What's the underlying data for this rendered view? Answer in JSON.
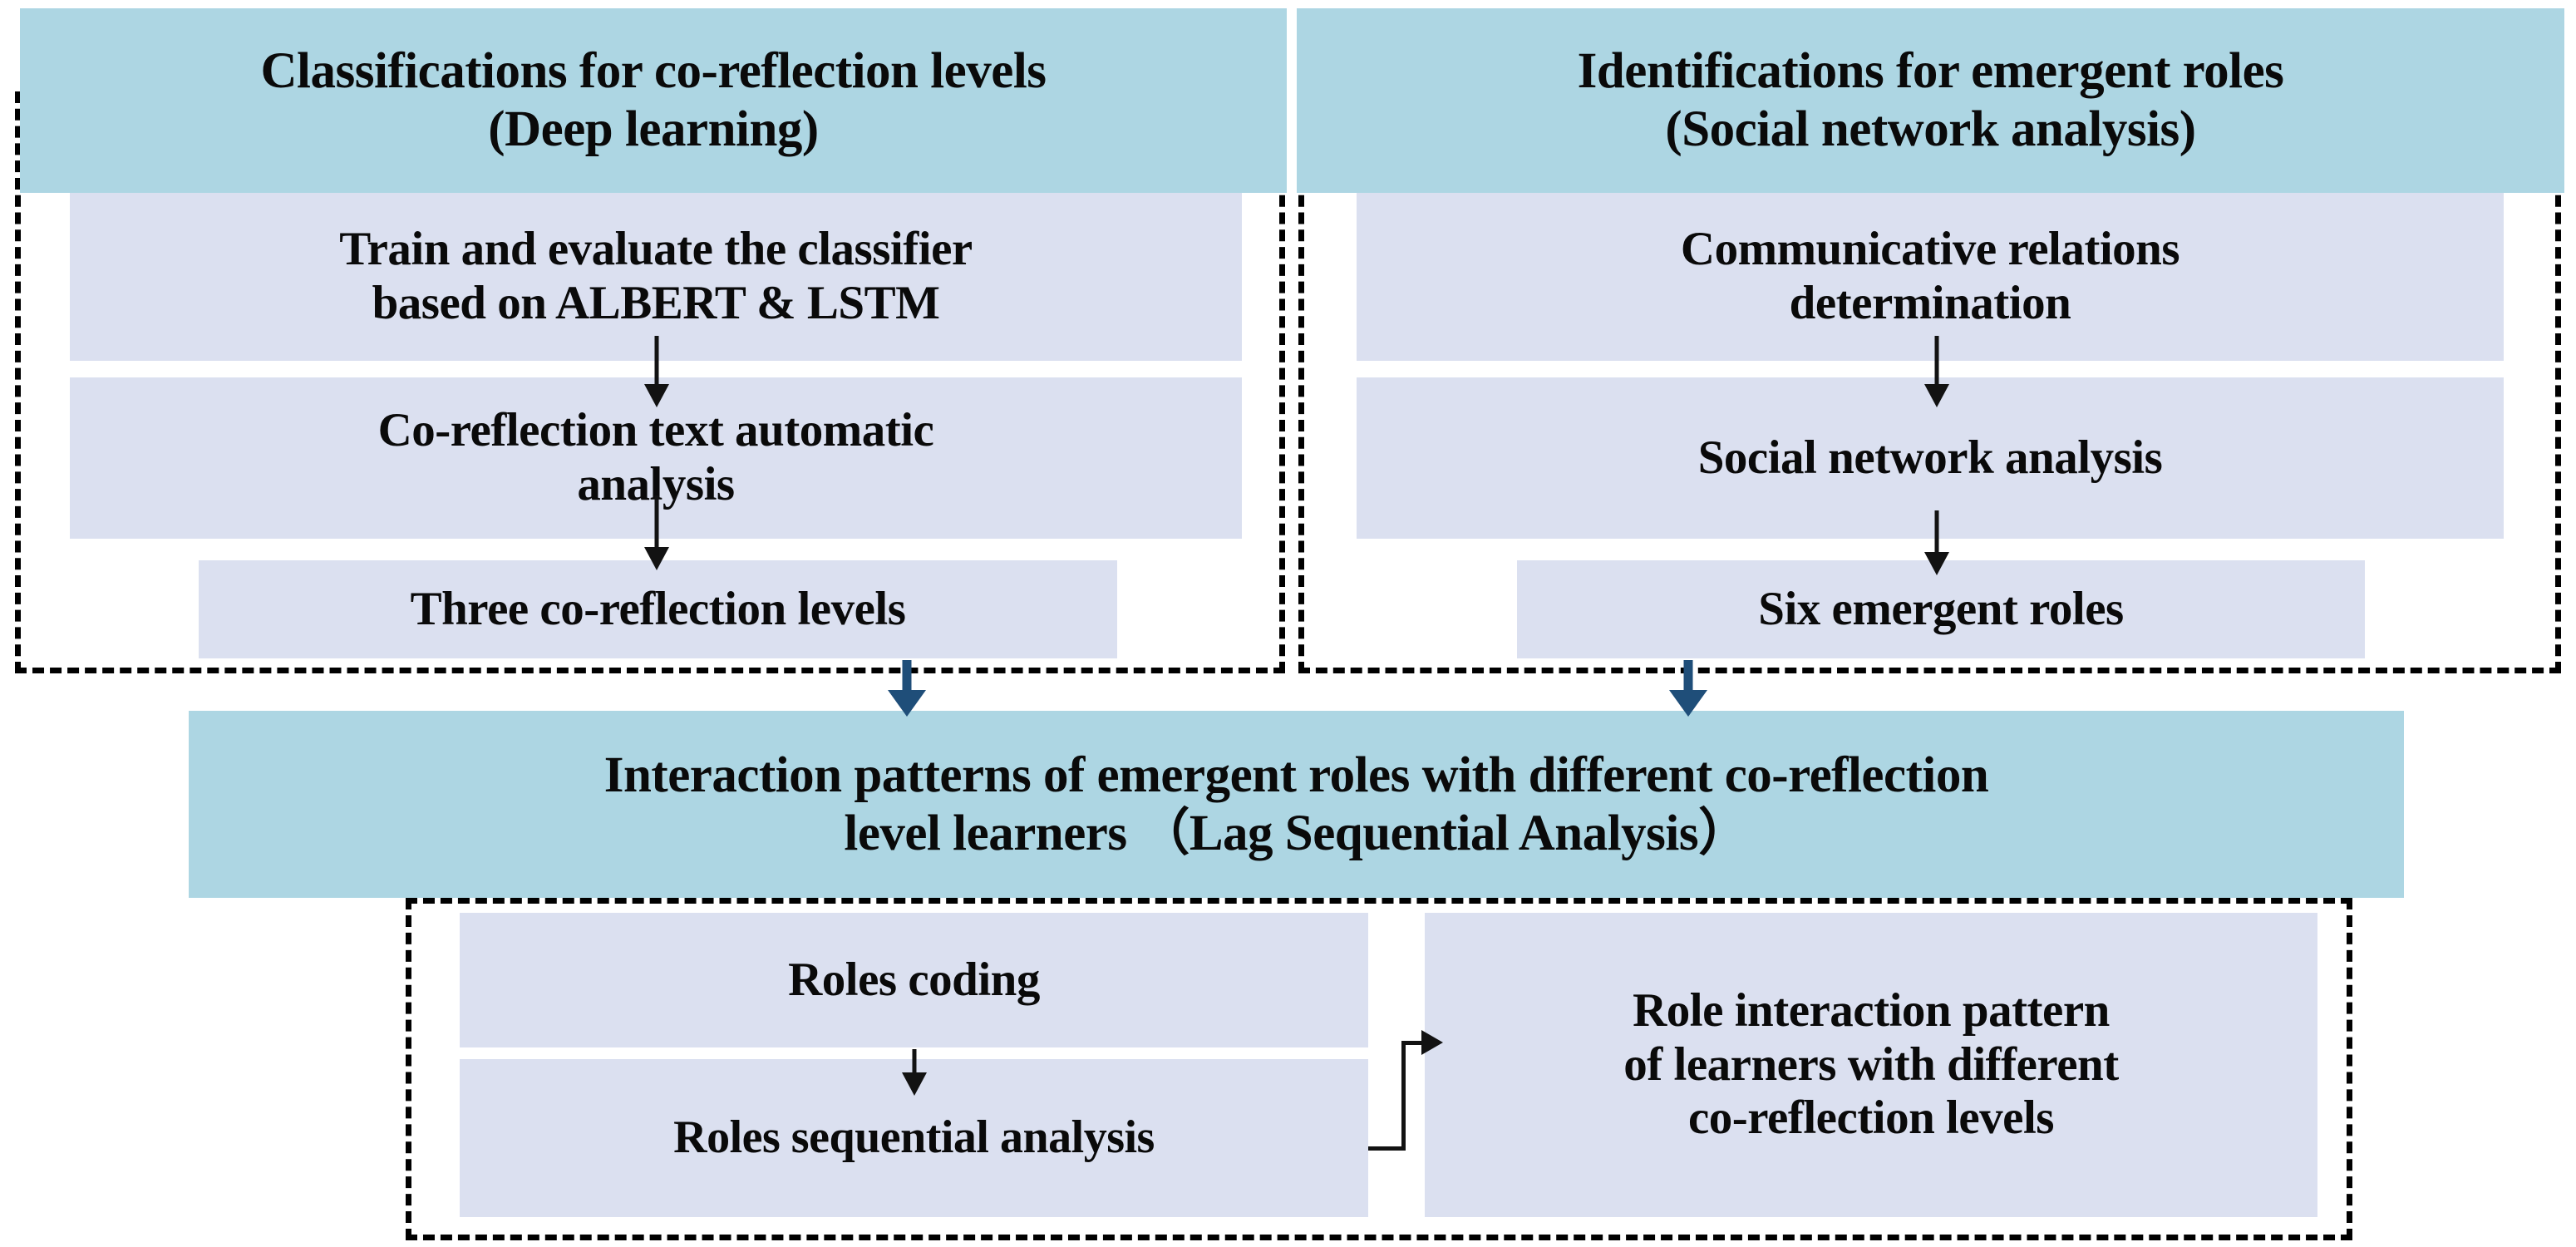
{
  "diagram": {
    "title": "Research framework flowchart",
    "colors": {
      "header_blue": "#ADD6E3",
      "box_lavender": "#DBE0F0",
      "navy_arrow": "#1F4E79",
      "black_arrow": "#121212",
      "dashed_border": "#000000",
      "text": "#0a0a0a",
      "background": "#ffffff"
    },
    "left_panel": {
      "header": "Classifications for co-reflection levels\n(Deep learning)",
      "steps": [
        "Train and evaluate the classifier\nbased on ALBERT & LSTM",
        "Co-reflection text automatic\nanalysis",
        "Three co-reflection levels"
      ]
    },
    "right_panel": {
      "header": "Identifications for emergent roles\n(Social  network analysis)",
      "steps": [
        "Communicative relations\ndetermination",
        "Social  network analysis",
        "Six emergent roles"
      ]
    },
    "center_band": {
      "label": "Interaction patterns of emergent roles with different co-reflection\nlevel learners （Lag Sequential Analysis）"
    },
    "bottom_panel": {
      "steps": [
        "Roles coding",
        "Roles sequential analysis"
      ],
      "outcome": "Role interaction pattern\nof learners with different\nco-reflection levels"
    }
  }
}
